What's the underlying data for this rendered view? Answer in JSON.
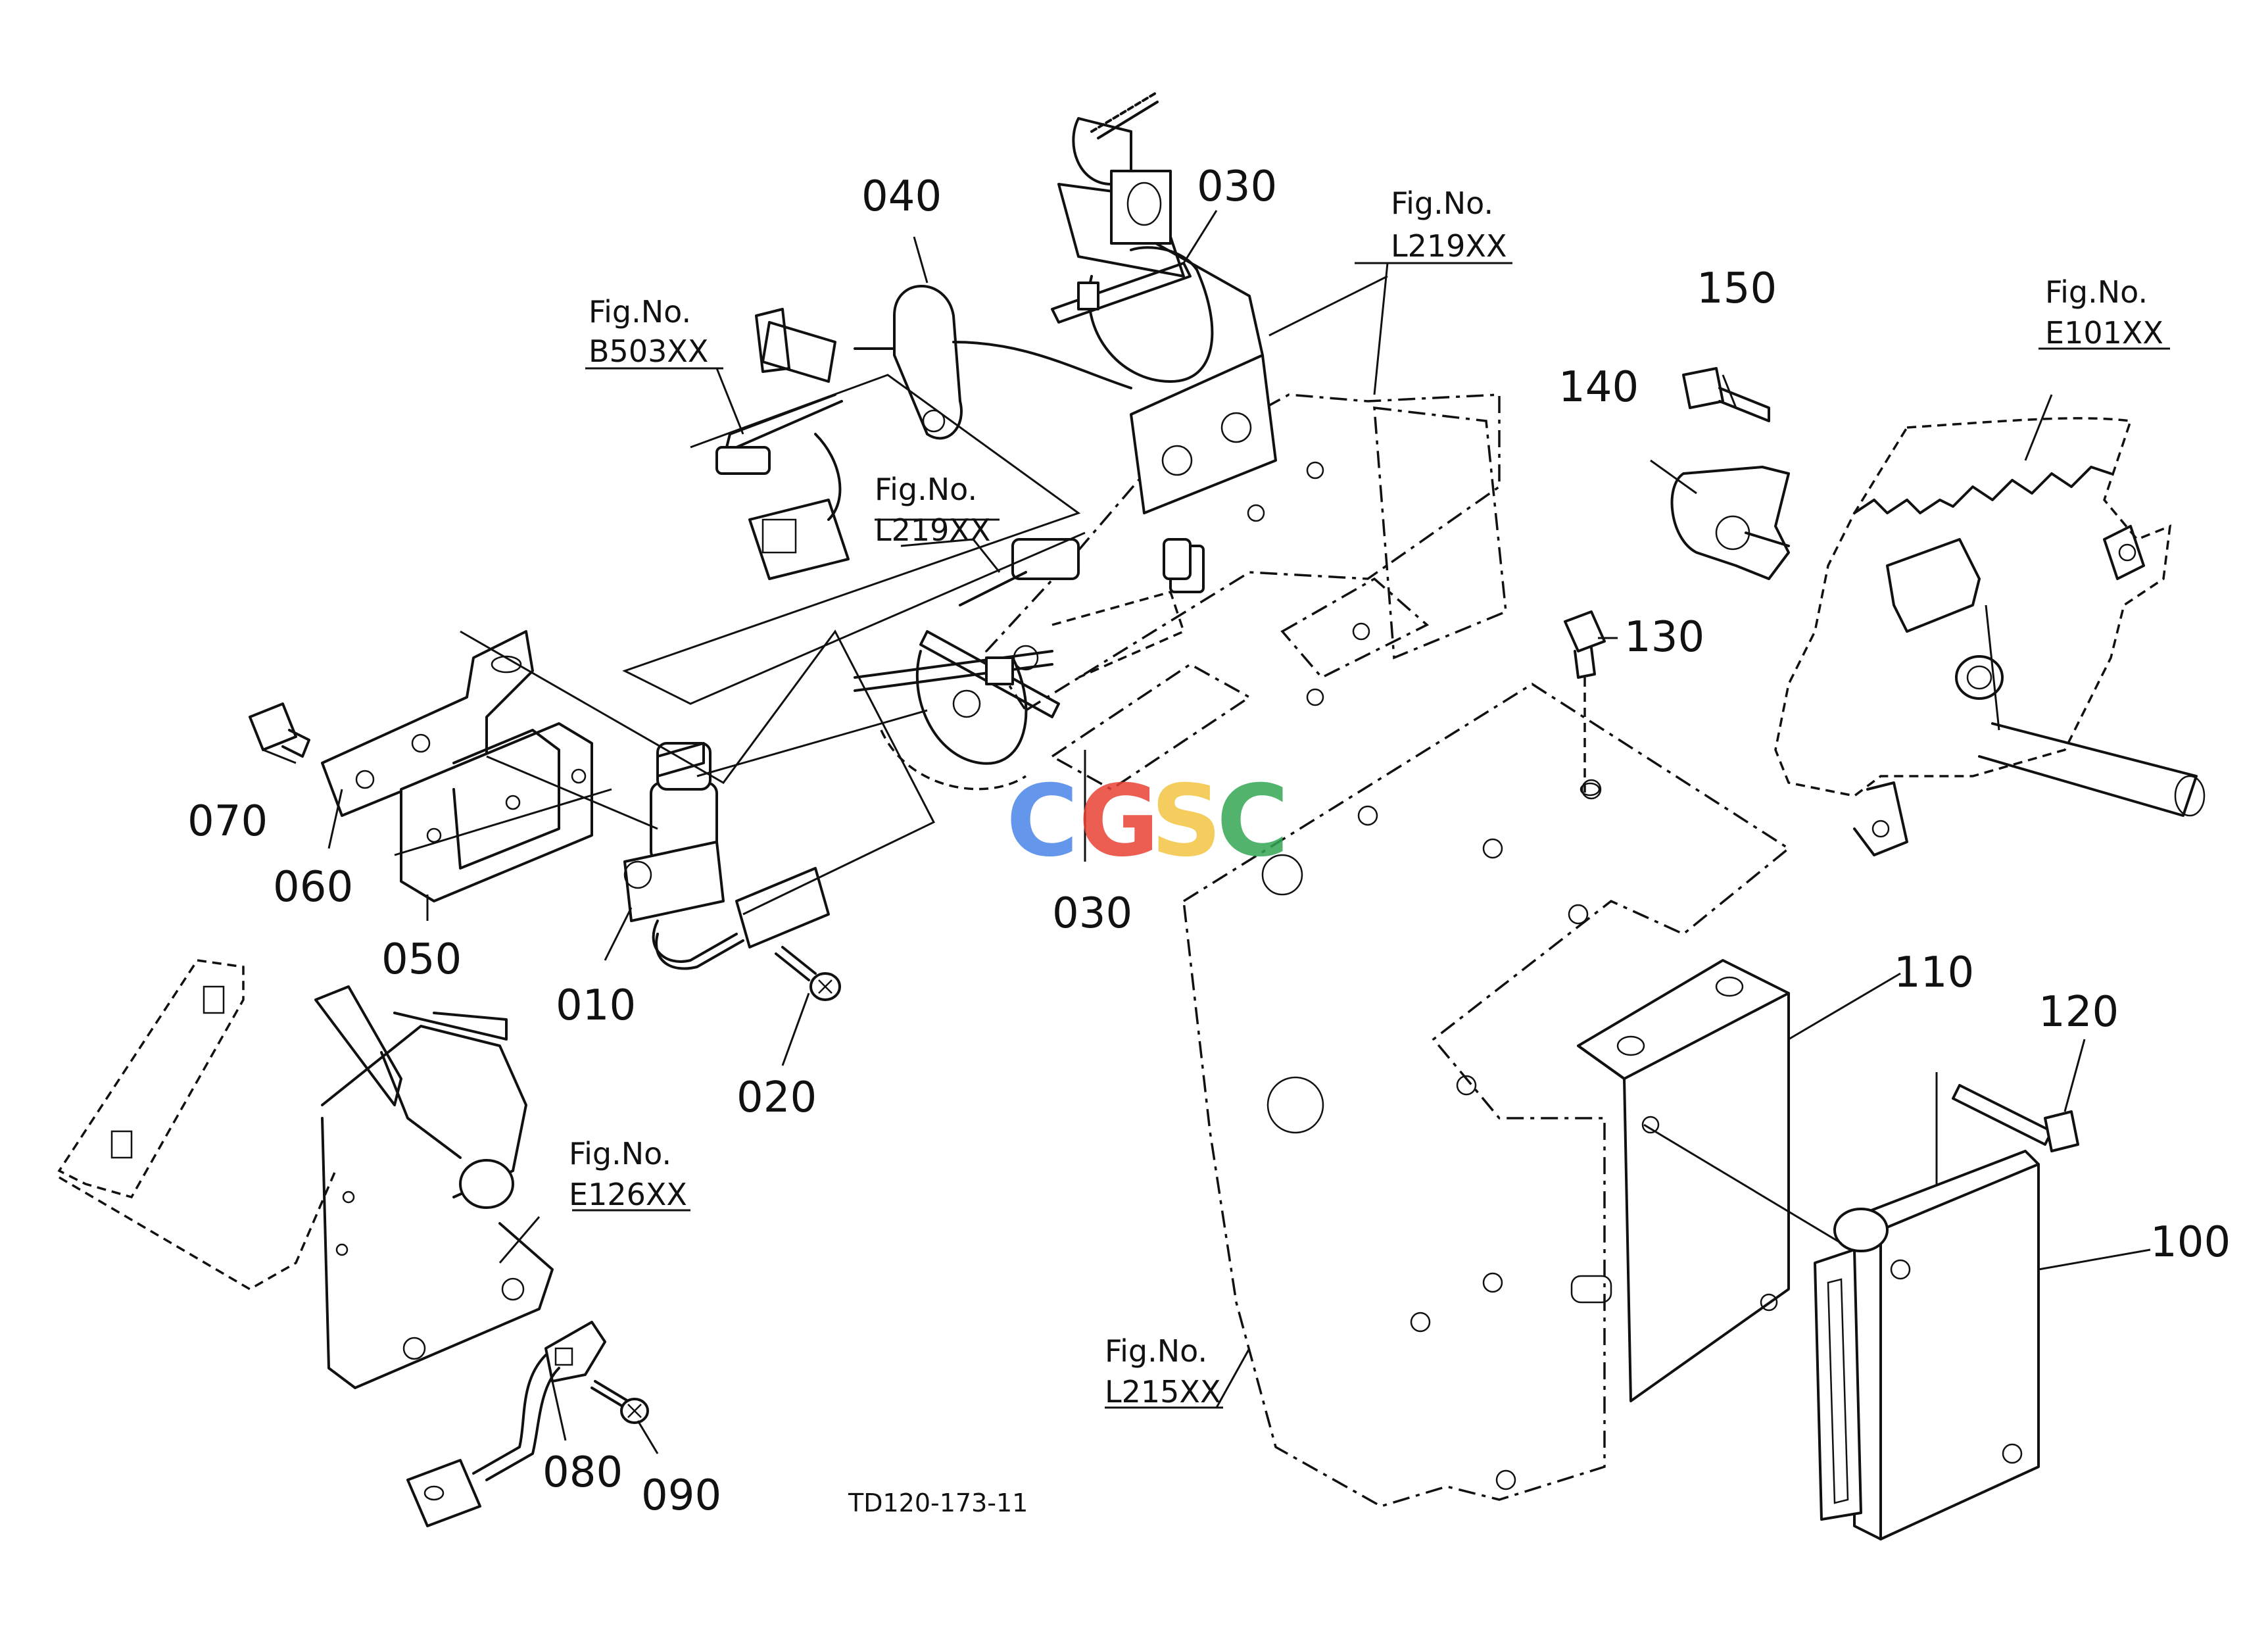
{
  "drawing_code": "TD120-173-11",
  "watermark": {
    "letters": [
      "C",
      "G",
      "S",
      "C"
    ],
    "colors": [
      "#4a86e8",
      "#ea4335",
      "#f4c542",
      "#34a853"
    ]
  },
  "part_labels": [
    "040",
    "030",
    "030",
    "150",
    "140",
    "130",
    "070",
    "060",
    "050",
    "010",
    "020",
    "110",
    "120",
    "100",
    "080",
    "090"
  ],
  "figure_refs": [
    {
      "line1": "Fig.No.",
      "line2": "B503XX"
    },
    {
      "line1": "Fig.No.",
      "line2": "L219XX"
    },
    {
      "line1": "Fig.No.",
      "line2": "L219XX"
    },
    {
      "line1": "Fig.No.",
      "line2": "E101XX"
    },
    {
      "line1": "Fig.No.",
      "line2": "E126XX"
    },
    {
      "line1": "Fig.No.",
      "line2": "L215XX"
    }
  ]
}
